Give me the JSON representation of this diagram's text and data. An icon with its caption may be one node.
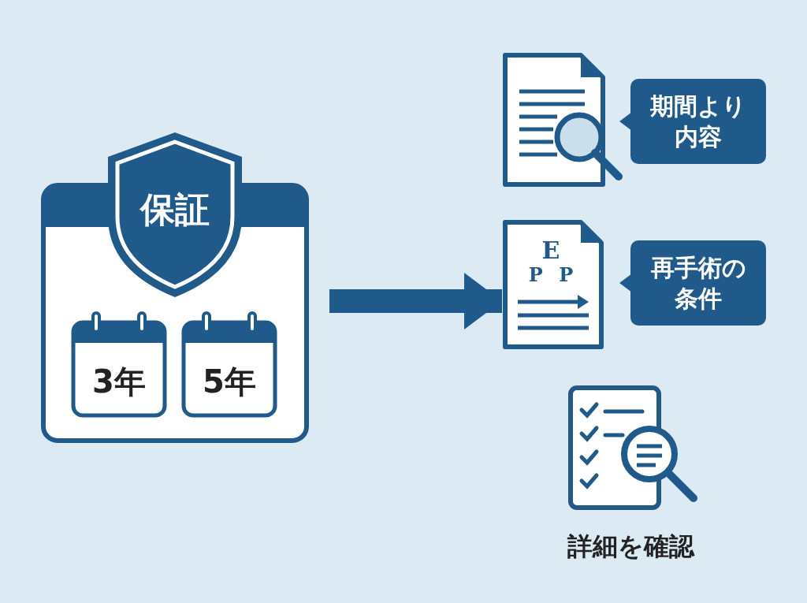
{
  "diagram": {
    "nodes": [
      {
        "text": [],
        "shape": "picture"
      },
      {
        "text": [
          "保証"
        ]
      },
      {
        "text": [
          "3年"
        ],
        "in": 0
      },
      {
        "text": [
          "5年"
        ],
        "in": 0
      },
      {
        "text": [],
        "shape": "picture"
      },
      {
        "text": [
          "期間より内容"
        ]
      },
      {
        "text": [
          "E",
          "P P"
        ]
      },
      {
        "text": [
          "再手術の条件"
        ]
      },
      {
        "text": [
          "詳細を確認"
        ]
      }
    ],
    "edges": [
      {
        "from": 0,
        "to": 6,
        "arrow": "to"
      }
    ]
  }
}
